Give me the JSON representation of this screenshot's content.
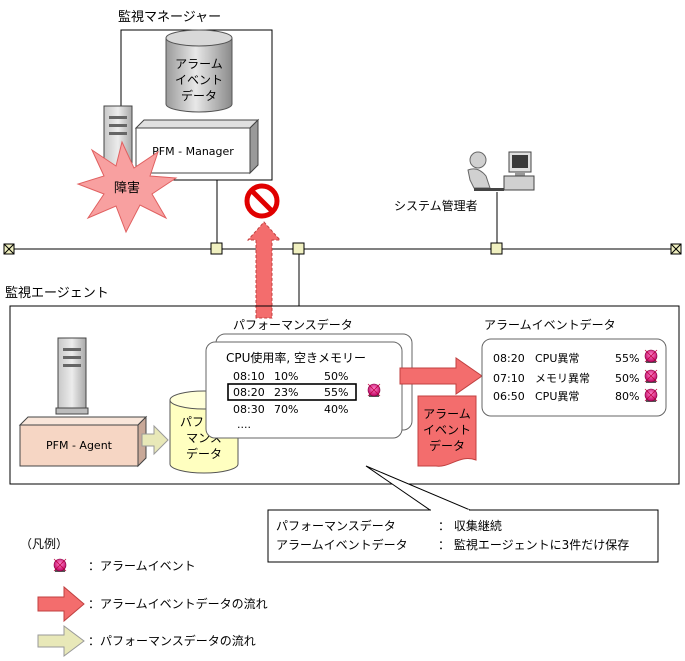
{
  "manager": {
    "title": "監視マネージャー",
    "db_line1": "アラーム",
    "db_line2": "イベント",
    "db_line3": "データ",
    "product": "PFM - Manager",
    "fault": "障害"
  },
  "admin": {
    "label": "システム管理者"
  },
  "agent": {
    "title": "監視エージェント",
    "product": "PFM - Agent",
    "db_line1": "パフォー",
    "db_line2": "マンス",
    "db_line3": "データ"
  },
  "perf_card": {
    "title": "パフォーマンスデータ",
    "header": "CPU使用率, 空きメモリー",
    "rows": [
      {
        "time": "08:10",
        "cpu": "10%",
        "mem": "50%"
      },
      {
        "time": "08:20",
        "cpu": "23%",
        "mem": "55%"
      },
      {
        "time": "08:30",
        "cpu": "70%",
        "mem": "40%"
      }
    ],
    "ellipsis": "...."
  },
  "alarm_card": {
    "title": "アラームイベントデータ",
    "rows": [
      {
        "time": "08:20",
        "name": "CPU異常",
        "value": "55%"
      },
      {
        "time": "07:10",
        "name": "メモリ異常",
        "value": "50%"
      },
      {
        "time": "06:50",
        "name": "CPU異常",
        "value": "80%"
      }
    ]
  },
  "alarm_box": {
    "line1": "アラーム",
    "line2": "イベント",
    "line3": "データ"
  },
  "callout": {
    "row1_label": "パフォーマンスデータ",
    "row1_value": "：  収集継続",
    "row2_label": "アラームイベントデータ",
    "row2_value": "：  監視エージェントに3件だけ保存"
  },
  "legend": {
    "title": "（凡例）",
    "alarm_event": "：アラームイベント",
    "alarm_flow": "：アラームイベントデータの流れ",
    "perf_flow": "：パフォーマンスデータの流れ"
  },
  "colors": {
    "alarm_arrow": "#f36d6d",
    "perf_arrow": "#e8e8b8",
    "fault_burst": "#f8a0a0",
    "agent_box": "#f6d6c4",
    "perf_db": "#ffffc0",
    "connector": "#f0f0c0",
    "block_sign": "#e00000"
  }
}
